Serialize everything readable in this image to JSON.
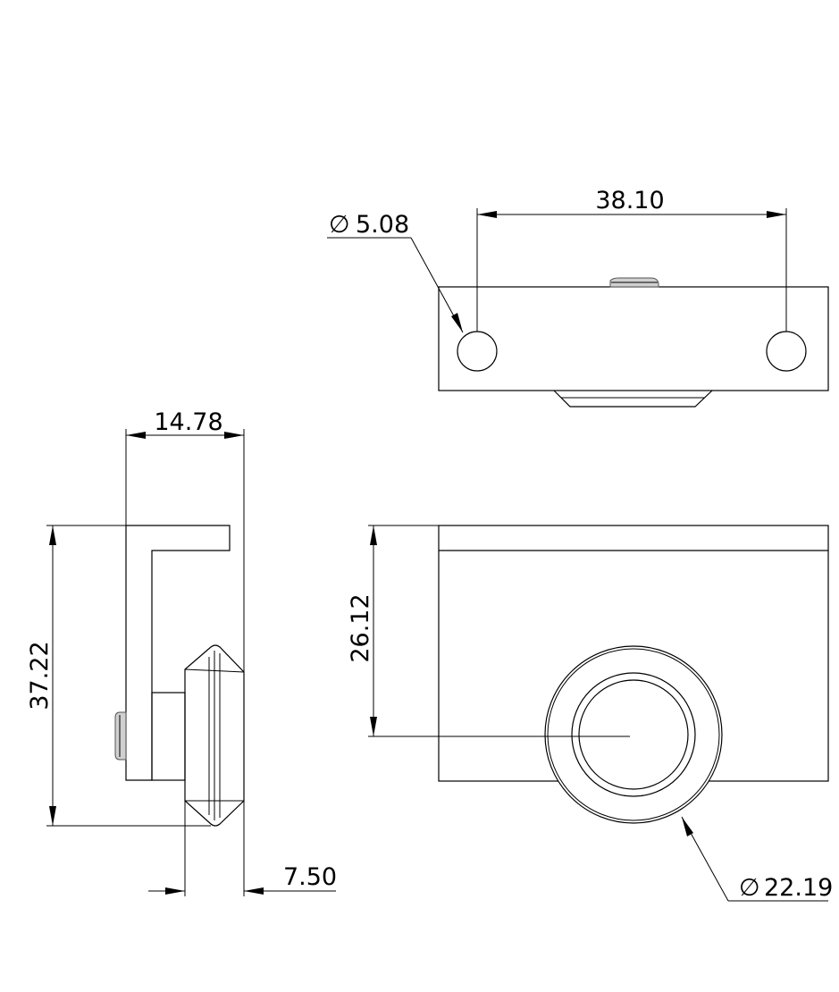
{
  "dimensions": {
    "top_width": "38.10",
    "top_hole": "5.08",
    "side_width": "14.78",
    "side_height": "37.22",
    "side_bottom": "7.50",
    "front_height": "26.12",
    "front_wheel": "22.19"
  },
  "symbols": {
    "diameter": "∅"
  },
  "colors": {
    "line": "#000000",
    "background": "#ffffff",
    "cap_fill": "#d0d0d0"
  }
}
